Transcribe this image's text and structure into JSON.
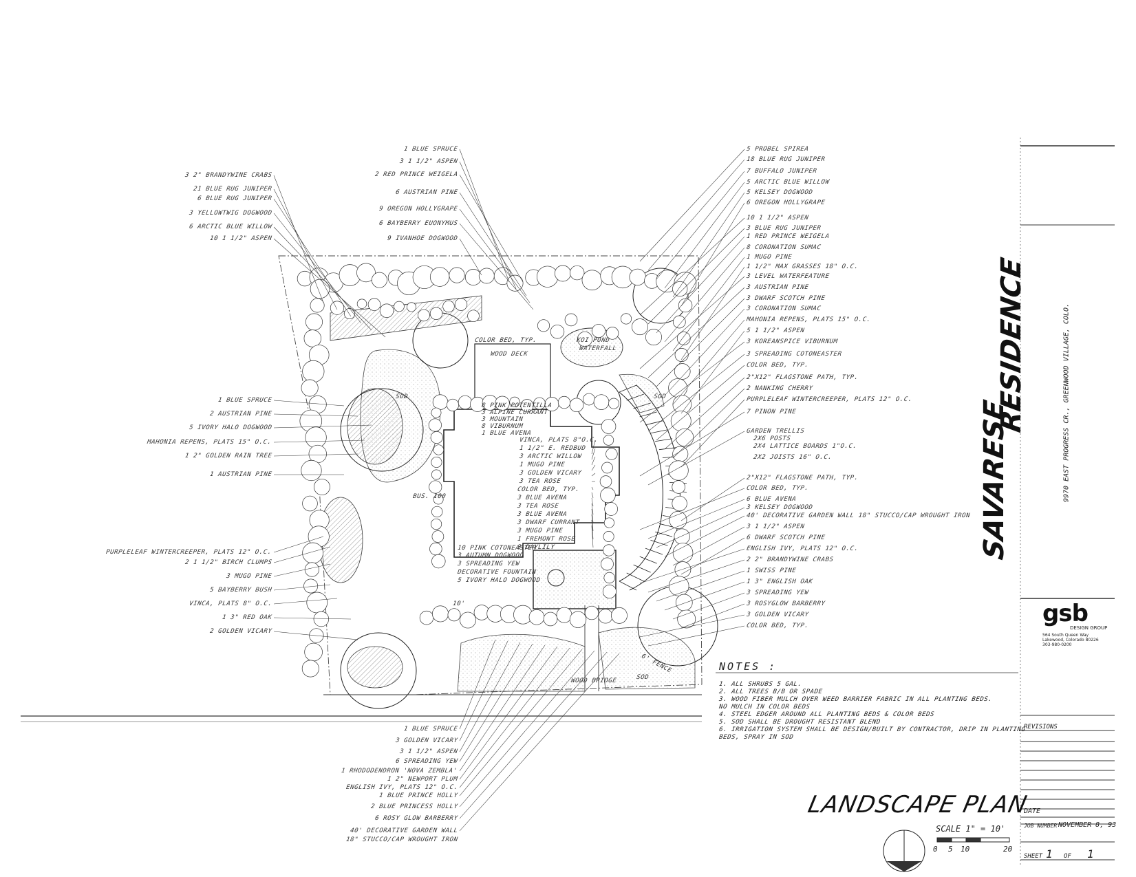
{
  "title_block": {
    "project_line1": "SAVARESE",
    "project_line2": "RESIDENCE",
    "address": "9970 EAST PROGRESS CR., GREENWOOD VILLAGE, COLO.",
    "firm_logo": "gsb",
    "firm_name": "DESIGN GROUP",
    "firm_address1": "564 South Queen Way",
    "firm_address2": "Lakewood, Colorado 80226",
    "firm_phone": "303-980-0200",
    "revisions_label": "REVISIONS",
    "date_label": "DATE",
    "job_number_label": "JOB NUMBER",
    "job_number_value": "NOVEMBER 8, 93",
    "sheet_label": "SHEET",
    "sheet_value": "1",
    "sheet_of": "OF",
    "sheet_total": "1"
  },
  "drawing": {
    "title": "LANDSCAPE PLAN",
    "scale": "SCALE 1\" = 10'",
    "scale_ticks": [
      "0",
      "5",
      "10",
      "20"
    ]
  },
  "notes": {
    "title": "NOTES :",
    "items": [
      "1.  ALL SHRUBS 5 GAL.",
      "2.  ALL TREES B/B OR SPADE",
      "3.  WOOD FIBER MULCH OVER WEED BARRIER FABRIC IN ALL PLANTING BEDS.",
      "     NO MULCH IN COLOR BEDS",
      "4.  STEEL EDGER AROUND ALL PLANTING BEDS & COLOR BEDS",
      "5.  SOD SHALL BE DROUGHT RESISTANT BLEND",
      "6.  IRRIGATION SYSTEM SHALL BE DESIGN/BUILT BY CONTRACTOR, DRIP IN PLANTING",
      "     BEDS, SPRAY IN SOD"
    ]
  },
  "callouts_left": [
    "3 2\" BRANDYWINE CRABS",
    "21 BLUE RUG JUNIPER",
    "6 BLUE RUG JUNIPER",
    "3 YELLOWTWIG DOGWOOD",
    "6 ARCTIC BLUE WILLOW",
    "10 1 1/2\" ASPEN",
    "1 BLUE SPRUCE",
    "2 AUSTRIAN PINE",
    "5 IVORY HALO DOGWOOD",
    "MAHONIA REPENS, PLATS 15\" O.C.",
    "1 2\" GOLDEN RAIN TREE",
    "1 AUSTRIAN PINE",
    "PURPLELEAF WINTERCREEPER, PLATS 12\" O.C.",
    "2 1 1/2\" BIRCH CLUMPS",
    "3 MUGO PINE",
    "5 BAYBERRY BUSH",
    "VINCA, PLATS 8\" O.C.",
    "1 3\" RED OAK",
    "2 GOLDEN VICARY"
  ],
  "callouts_top": [
    "1 BLUE SPRUCE",
    "3 1 1/2\" ASPEN",
    "2 RED PRINCE WEIGELA",
    "6 AUSTRIAN PINE",
    "9 OREGON HOLLYGRAPE",
    "6 BAYBERRY EUONYMUS",
    "9 IVANHOE DOGWOOD"
  ],
  "callouts_right": [
    "5 PROBEL SPIREA",
    "18 BLUE RUG JUNIPER",
    "7 BUFFALO JUNIPER",
    "5 ARCTIC BLUE WILLOW",
    "5 KELSEY DOGWOOD",
    "6 OREGON HOLLYGRAPE",
    "10 1 1/2\" ASPEN",
    "3 BLUE RUG JUNIPER",
    "1 RED PRINCE WEIGELA",
    "8 CORONATION SUMAC",
    "1 MUGO PINE",
    "1 1/2\" MAX GRASSES 18\" O.C.",
    "3 LEVEL WATERFEATURE",
    "3 AUSTRIAN PINE",
    "3 DWARF SCOTCH PINE",
    "3 CORONATION SUMAC",
    "MAHONIA REPENS, PLATS 15\" O.C.",
    "5 1 1/2\" ASPEN",
    "3 KOREANSPICE VIBURNUM",
    "3 SPREADING COTONEASTER",
    "COLOR BED, TYP.",
    "2\"X12\" FLAGSTONE PATH, TYP.",
    "2 NANKING CHERRY",
    "PURPLELEAF WINTERCREEPER, PLATS 12\" O.C.",
    "7 PINON PINE",
    "GARDEN TRELLIS",
    "2X6 POSTS",
    "2X4 LATTICE BOARDS 1\"O.C.",
    "2X2 JOISTS 16\" O.C.",
    "2\"X12\" FLAGSTONE PATH, TYP.",
    "COLOR BED, TYP.",
    "6 BLUE AVENA",
    "3 KELSEY DOGWOOD",
    "40' DECORATIVE GARDEN WALL 18\" STUCCO/CAP WROUGHT IRON",
    "3 1 1/2\" ASPEN",
    "6 DWARF SCOTCH PINE",
    "ENGLISH IVY, PLATS 12\" O.C.",
    "2 2\" BRANDYWINE CRABS",
    "1 SWISS PINE",
    "1 3\" ENGLISH OAK",
    "3 SPREADING YEW",
    "3 ROSYGLOW BARBERRY",
    "3 GOLDEN VICARY",
    "COLOR BED, TYP."
  ],
  "callouts_center": [
    "8 PINK POTENTILLA",
    "3 ALPINE CURRANT",
    "3 MOUNTAIN",
    "8 VIBURNUM",
    "1 BLUE AVENA",
    "VINCA, PLATS 8\"O.C.",
    "1 1/2\" E. REDBUD",
    "3 ARCTIC WILLOW",
    "1 MUGO PINE",
    "3 GOLDEN VICARY",
    "3 TEA ROSE",
    "COLOR BED, TYP.",
    "3 BLUE AVENA",
    "3 TEA ROSE",
    "3 BLUE AVENA",
    "3 DWARF CURRANT",
    "3 MUGO PINE",
    "1 FREMONT ROSE",
    "3 DAYLILY",
    "10 PINK COTONEASTER",
    "3 AUTUMN DOGWOOD",
    "3 SPREADING YEW",
    "DECORATIVE FOUNTAIN",
    "5 IVORY HALO DOGWOOD"
  ],
  "callouts_bottom": [
    "1 BLUE SPRUCE",
    "3 GOLDEN VICARY",
    "3 1 1/2\" ASPEN",
    "6 SPREADING YEW",
    "1 RHODODENDRON 'NOVA ZEMBLA'",
    "1 2\" NEWPORT PLUM",
    "ENGLISH IVY, PLATS 12\" O.C.",
    "1 BLUE PRINCE HOLLY",
    "2 BLUE PRINCESS HOLLY",
    "6 ROSY GLOW BARBERRY",
    "40' DECORATIVE GARDEN WALL",
    "18\" STUCCO/CAP WROUGHT IRON"
  ],
  "plan_labels": {
    "wood_deck": "WOOD DECK",
    "koi_pond": "KOI POND",
    "waterfall": "WATERFALL",
    "sod_1": "SOD",
    "sod_2": "SOD",
    "sod_3": "SOD",
    "color_bed": "COLOR BED, TYP.",
    "wood_bridge": "WOOD BRIDGE",
    "fence": "6' FENCE",
    "kiosk": "BUS. 100",
    "width": "10'"
  }
}
